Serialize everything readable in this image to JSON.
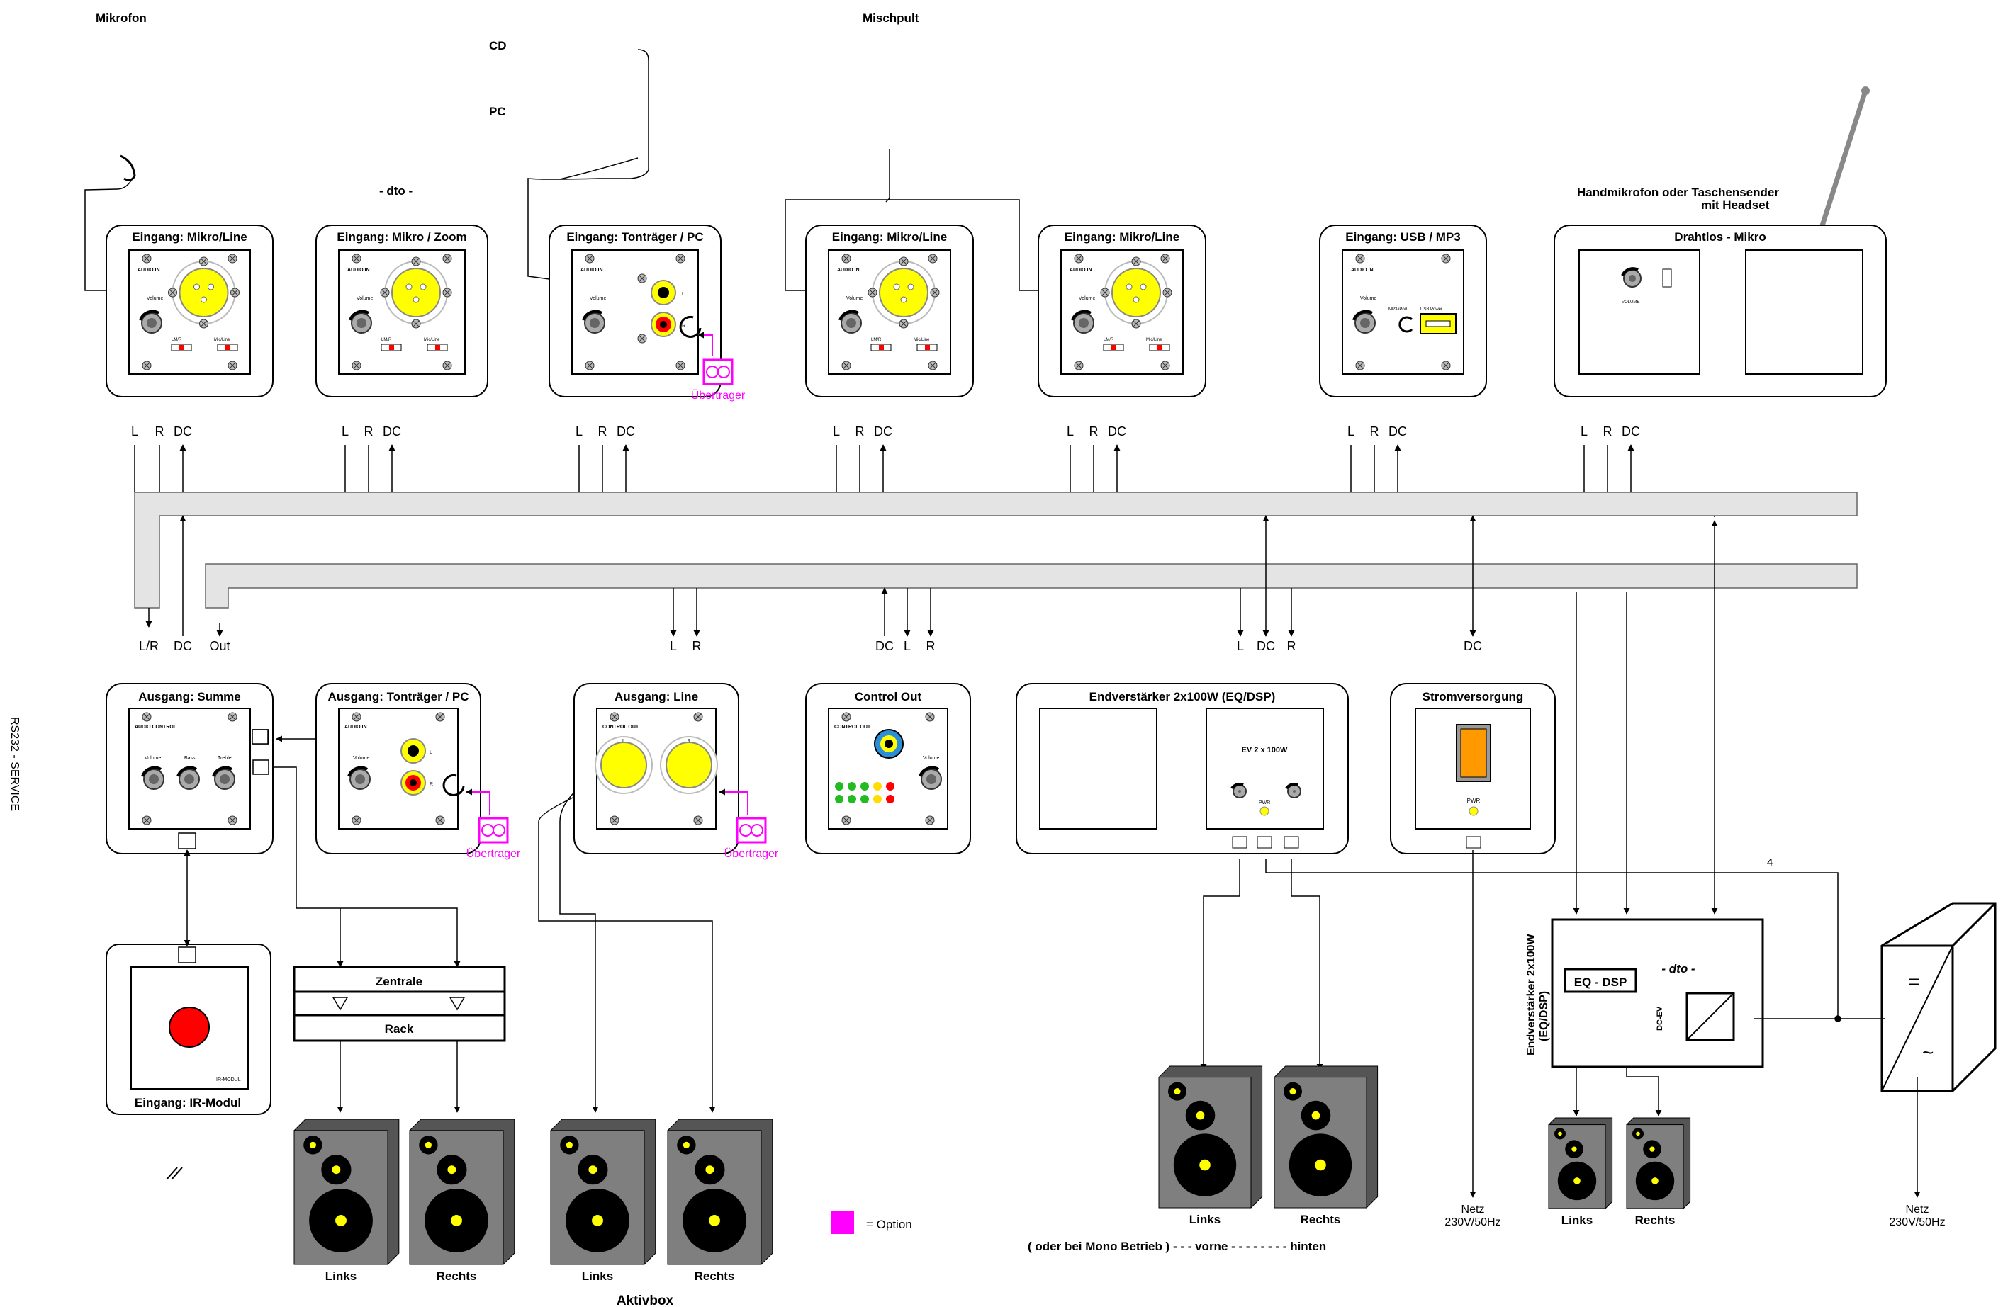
{
  "top_labels": {
    "mikrofon": "Mikrofon",
    "cd": "CD",
    "pc": "PC",
    "mischpult": "Mischpult",
    "dto": "- dto -",
    "handmikro": "Handmikrofon   oder   Taschensender",
    "headset": "mit Headset"
  },
  "inputs": [
    {
      "title": "Eingang: Mikro/Line",
      "type": "xlr",
      "audio": "AUDIO IN",
      "vol": "Volume",
      "sw1": "LM/R",
      "sw2": "Mic/Line"
    },
    {
      "title": "Eingang: Mikro / Zoom",
      "type": "xlr",
      "audio": "AUDIO IN",
      "vol": "Volume",
      "sw1": "LM/R",
      "sw2": "Mic/Line"
    },
    {
      "title": "Eingang: Tonträger / PC",
      "type": "rca",
      "audio": "AUDIO IN",
      "vol": "Volume",
      "sw1": "L",
      "sw2": "R"
    },
    {
      "title": "Eingang: Mikro/Line",
      "type": "xlr",
      "audio": "AUDIO IN",
      "vol": "Volume",
      "sw1": "LM/R",
      "sw2": "Mic/Line"
    },
    {
      "title": "Eingang: Mikro/Line",
      "type": "xlr",
      "audio": "AUDIO IN",
      "vol": "Volume",
      "sw1": "LM/R",
      "sw2": "Mic/Line"
    },
    {
      "title": "Eingang: USB / MP3",
      "type": "usb",
      "audio": "AUDIO IN",
      "vol": "Volume",
      "sw1": "MP3/iPod",
      "sw2": "USB Power"
    },
    {
      "title": "Drahtlos - Mikro",
      "type": "wireless",
      "audio": "VOLUME",
      "vol": "",
      "sw1": "",
      "sw2": ""
    }
  ],
  "bus_labels": {
    "l": "L",
    "r": "R",
    "dc": "DC",
    "lr": "L/R",
    "out": "Out"
  },
  "outputs": [
    {
      "title": "Ausgang: Summe",
      "sub": "AUDIO CONTROL",
      "k1": "Volume",
      "k2": "Bass",
      "k3": "Treble"
    },
    {
      "title": "Ausgang: Tonträger / PC",
      "sub": "AUDIO IN",
      "k1": "Volume",
      "k2": "L",
      "k3": "R"
    },
    {
      "title": "Ausgang: Line",
      "sub": "CONTROL OUT",
      "k1": "L",
      "k2": "R",
      "k3": ""
    },
    {
      "title": "Control Out",
      "sub": "CONTROL OUT",
      "k1": "Volume",
      "k2": "",
      "k3": ""
    },
    {
      "title": "Endverstärker 2x100W (EQ/DSP)",
      "sub": "EV  2 x 100W",
      "k1": "PWR",
      "k2": "",
      "k3": ""
    },
    {
      "title": "Stromversorgung",
      "sub": "PWR",
      "k1": "",
      "k2": "",
      "k3": ""
    }
  ],
  "misc": {
    "uebertrager": "Übertrager",
    "rs232": "RS232 - SERVICE",
    "ir_modul": "Eingang: IR-Modul",
    "ir_small": "IR-MODUL",
    "zentrale": "Zentrale",
    "rack": "Rack",
    "eq_dsp": "EQ - DSP",
    "dto_small": "- dto -",
    "dc_ev": "DC-EV",
    "ev_side": "Endverstärker 2x100W",
    "ev_side2": "(EQ/DSP)",
    "four": "4",
    "legend": "= Option"
  },
  "speakers": {
    "links": "Links",
    "rechts": "Rechts",
    "aktivbox": "Aktivbox",
    "mono": "( oder bei Mono Betrieb ) - - -   vorne          - - - - - - - -        hinten"
  },
  "netz": {
    "l1": "Netz",
    "l2": "230V/50Hz"
  },
  "colors": {
    "accent": "#ff00ff",
    "yellow": "#ffff00",
    "red": "#ff0000",
    "busgray": "#e4e4e4",
    "speaker": "#7f7f7f"
  }
}
